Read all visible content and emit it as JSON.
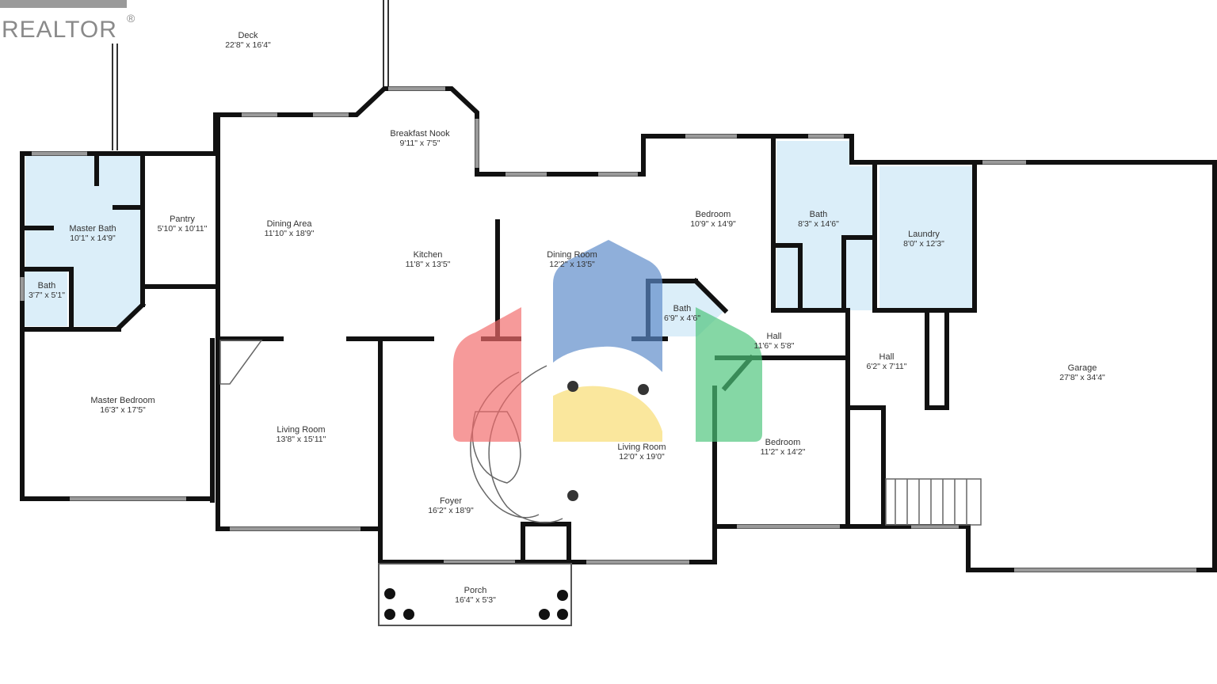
{
  "brand": {
    "realtor_text": "REALTOR",
    "registered_mark": "®"
  },
  "rooms": [
    {
      "key": "deck",
      "name": "Deck",
      "dims": "22'8\" x 16'4\""
    },
    {
      "key": "breakfast",
      "name": "Breakfast Nook",
      "dims": "9'11\" x 7'5\""
    },
    {
      "key": "master_bath",
      "name": "Master Bath",
      "dims": "10'1\" x 14'9\""
    },
    {
      "key": "pantry",
      "name": "Pantry",
      "dims": "5'10\" x 10'11\""
    },
    {
      "key": "dining_area",
      "name": "Dining Area",
      "dims": "11'10\" x 18'9\""
    },
    {
      "key": "kitchen",
      "name": "Kitchen",
      "dims": "11'8\" x 13'5\""
    },
    {
      "key": "dining_room",
      "name": "Dining Room",
      "dims": "12'2\" x 13'5\""
    },
    {
      "key": "bedroom_1",
      "name": "Bedroom",
      "dims": "10'9\" x 14'9\""
    },
    {
      "key": "bath_1",
      "name": "Bath",
      "dims": "8'3\" x 14'6\""
    },
    {
      "key": "laundry",
      "name": "Laundry",
      "dims": "8'0\" x 12'3\""
    },
    {
      "key": "bath_2",
      "name": "Bath",
      "dims": "3'7\" x 5'1\""
    },
    {
      "key": "bath_3",
      "name": "Bath",
      "dims": "6'9\" x 4'6\""
    },
    {
      "key": "hall_1",
      "name": "Hall",
      "dims": "11'6\" x 5'8\""
    },
    {
      "key": "hall_2",
      "name": "Hall",
      "dims": "6'2\" x 7'11\""
    },
    {
      "key": "garage",
      "name": "Garage",
      "dims": "27'8\" x 34'4\""
    },
    {
      "key": "master_bedroom",
      "name": "Master Bedroom",
      "dims": "16'3\" x 17'5\""
    },
    {
      "key": "living_room_1",
      "name": "Living Room",
      "dims": "13'8\" x 15'11\""
    },
    {
      "key": "living_room_2",
      "name": "Living Room",
      "dims": "12'0\" x 19'0\""
    },
    {
      "key": "bedroom_2",
      "name": "Bedroom",
      "dims": "11'2\" x 14'2\""
    },
    {
      "key": "foyer",
      "name": "Foyer",
      "dims": "16'2\" x 18'9\""
    },
    {
      "key": "porch",
      "name": "Porch",
      "dims": "16'4\" x 5'3\""
    }
  ],
  "watermark_logo": {
    "colors": {
      "red": "#f26b6b",
      "blue": "#5b8ac9",
      "yellow": "#f7dc6f",
      "green": "#4cc47a"
    }
  }
}
